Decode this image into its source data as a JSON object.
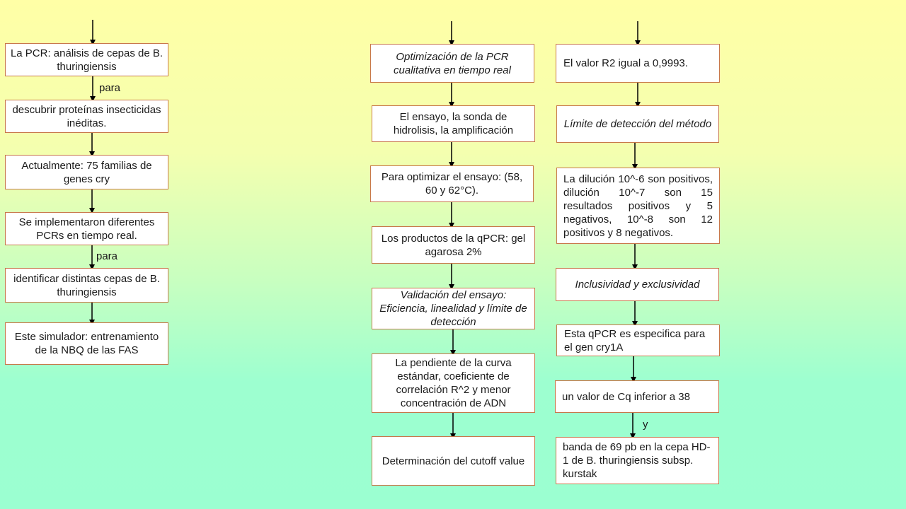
{
  "col1": [
    "La  PCR:  análisis de cepas de B. thuringiensis",
    "descubrir proteínas insecticidas inéditas.",
    "Actualmente: 75 familias de genes cry",
    "Se implementaron diferentes PCRs en tiempo real.",
    "identificar distintas cepas de B. thuringiensis",
    "Este simulador: entrenamiento de la NBQ de las FAS"
  ],
  "col2": [
    "Optimización de la PCR cualitativa en tiempo real",
    "El ensayo, la sonda de hidrolisis, la amplificación",
    "Para optimizar el ensayo: (58, 60 y 62°C).",
    "Los productos de la qPCR: gel agarosa 2%",
    "Validación del ensayo: Eficiencia, linealidad y límite de detección",
    "La pendiente de la curva estándar, coeficiente de correlación R^2 y menor concentración de ADN",
    "Determinación del cutoff value"
  ],
  "col3": [
    "El valor R2 igual a 0,9993.",
    "Límite de detección del método",
    "La dilución 10^-6 son positivos, dilución 10^-7 son 15 resultados positivos y 5 negativos, 10^-8 son 12 positivos y 8 negativos.",
    "Inclusividad y exclusividad",
    "Esta qPCR es especifica para el gen cry1A",
    "un valor de Cq inferior a 38",
    "banda de 69 pb en la cepa HD-1 de B. thuringiensis subsp. kurstak"
  ],
  "labels": {
    "para_1": "para",
    "para_2": "para",
    "y": "y"
  },
  "colors": {
    "box_border": "#c8784a",
    "arrow": "#000000",
    "bg_top": "#ffffa6",
    "bg_bottom": "#9bffd1"
  }
}
